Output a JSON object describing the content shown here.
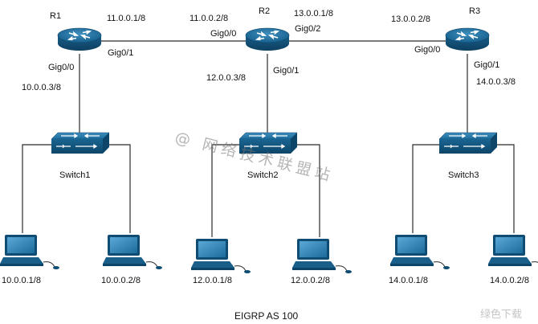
{
  "diagram": {
    "caption": "EIGRP AS 100",
    "routers": [
      {
        "name": "R1"
      },
      {
        "name": "R2"
      },
      {
        "name": "R3"
      }
    ],
    "switches": [
      {
        "name": "Switch1"
      },
      {
        "name": "Switch2"
      },
      {
        "name": "Switch3"
      }
    ],
    "hosts": [
      {
        "ip": "10.0.0.1/8"
      },
      {
        "ip": "10.0.0.2/8"
      },
      {
        "ip": "12.0.0.1/8"
      },
      {
        "ip": "12.0.0.2/8"
      },
      {
        "ip": "14.0.0.1/8"
      },
      {
        "ip": "14.0.0.2/8"
      }
    ],
    "interfaces": {
      "r1_g00_name": "Gig0/0",
      "r1_g00_ip": "10.0.0.3/8",
      "r1_g01_name": "Gig0/1",
      "r1_g01_ip": "11.0.0.1/8",
      "r2_g00_name": "Gig0/0",
      "r2_g00_ip": "11.0.0.2/8",
      "r2_g01_name": "Gig0/1",
      "r2_g01_ip": "12.0.0.3/8",
      "r2_g02_name": "Gig0/2",
      "r2_g02_ip": "13.0.0.1/8",
      "r3_g00_name": "Gig0/0",
      "r3_g00_ip": "13.0.0.2/8",
      "r3_g01_name": "Gig0/1",
      "r3_g01_ip": "14.0.0.3/8"
    },
    "watermark": "@ 网络技术联盟站",
    "corner_logo": "绿色下载"
  },
  "colors": {
    "device_blue": "#1f6f9f",
    "device_dark": "#0e4466",
    "line": "#2b2b2b"
  }
}
